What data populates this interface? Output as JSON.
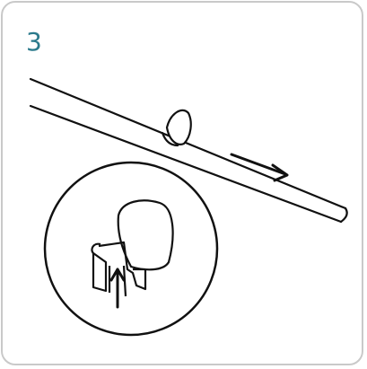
{
  "step": {
    "number": "3",
    "number_color": "#2b7a8c"
  },
  "frame": {
    "border_color": "#c9c9c9"
  },
  "illustration": {
    "stroke_color": "#111111",
    "icons": [
      "rail-track",
      "clip-glider",
      "direction-arrow-right",
      "detail-magnifier-circle",
      "push-up-arrow"
    ]
  }
}
